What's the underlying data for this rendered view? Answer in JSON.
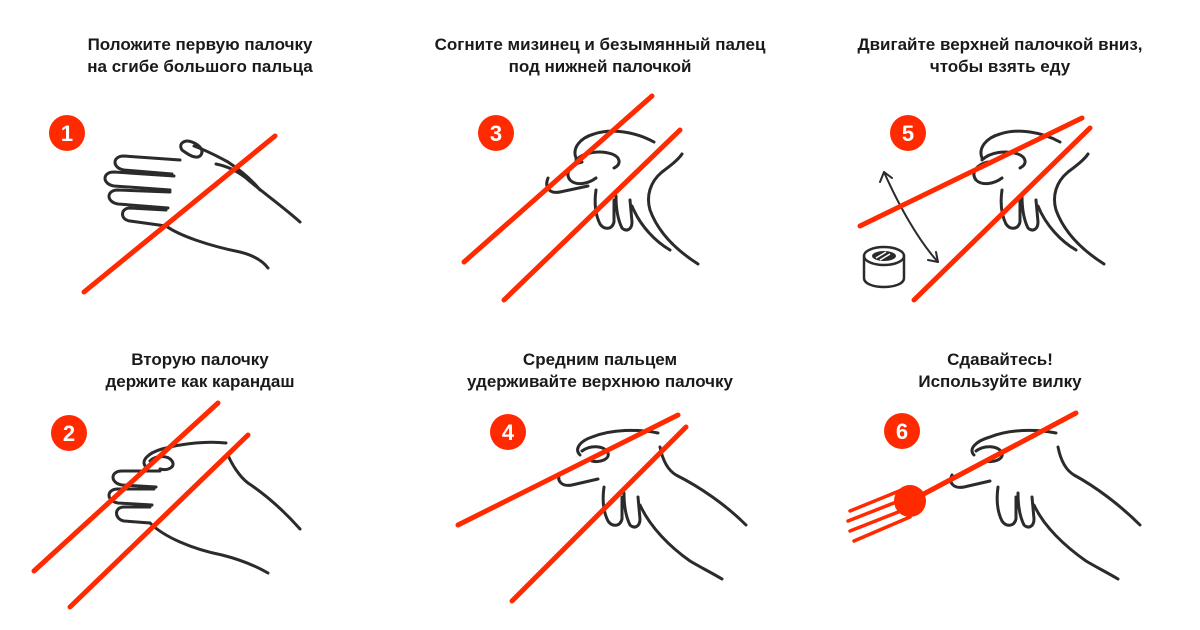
{
  "colors": {
    "accent": "#ff2a00",
    "line": "#2b2b2b",
    "background": "#ffffff"
  },
  "steps": [
    {
      "number": "1",
      "line1": "Положите первую палочку",
      "line2": "на сгибе большого пальца"
    },
    {
      "number": "2",
      "line1": "Вторую палочку",
      "line2": "держите как карандаш"
    },
    {
      "number": "3",
      "line1": "Согните мизинец и безымянный палец",
      "line2": "под нижней палочкой"
    },
    {
      "number": "4",
      "line1": "Средним пальцем",
      "line2": "удерживайте верхнюю палочку"
    },
    {
      "number": "5",
      "line1": "Двигайте верхней палочкой вниз,",
      "line2": "чтобы взять еду"
    },
    {
      "number": "6",
      "line1": "Сдавайтесь!",
      "line2": "Используйте вилку"
    }
  ],
  "icons": {
    "food": "sushi-roll-icon",
    "motion": "curved-double-arrow-icon",
    "fork": "fork-icon"
  }
}
